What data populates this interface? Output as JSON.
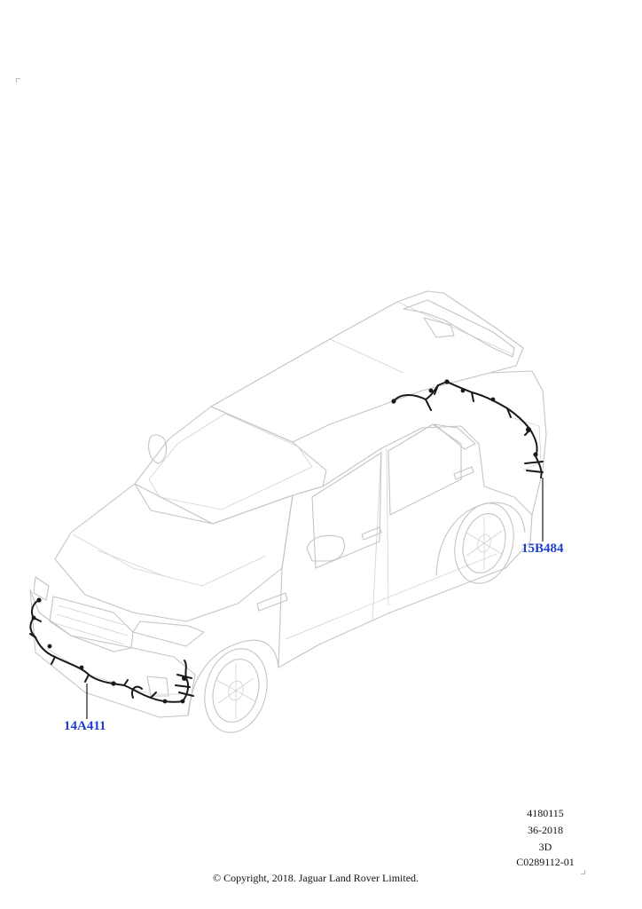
{
  "callouts": [
    {
      "id": "front",
      "label": "14A411"
    },
    {
      "id": "rear",
      "label": "15B484"
    }
  ],
  "info": {
    "line1": "4180115",
    "line2": "36-2018",
    "line3": "3D",
    "line4": "C0289112-01"
  },
  "copyright": "© Copyright, 2018. Jaguar Land Rover Limited.",
  "colors": {
    "callout": "#1f3fd0",
    "harness": "#1a1a1a",
    "vehicle_outline": "#c4c4c4"
  }
}
